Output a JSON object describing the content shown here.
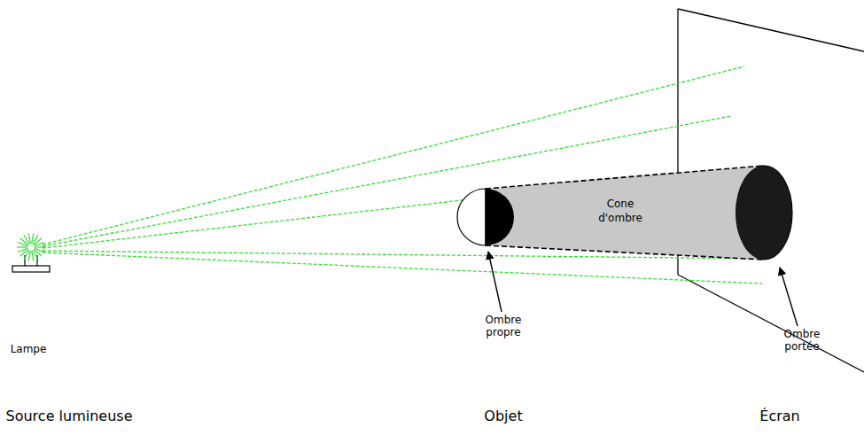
{
  "diagram": {
    "nodes": [
      {
        "text": [
          "Cone d'ombre"
        ]
      }
    ],
    "labels": [
      "Lampe",
      "Ombre propre",
      "Ombre portée",
      "Source lumineuse",
      "Objet",
      "Écran"
    ]
  }
}
